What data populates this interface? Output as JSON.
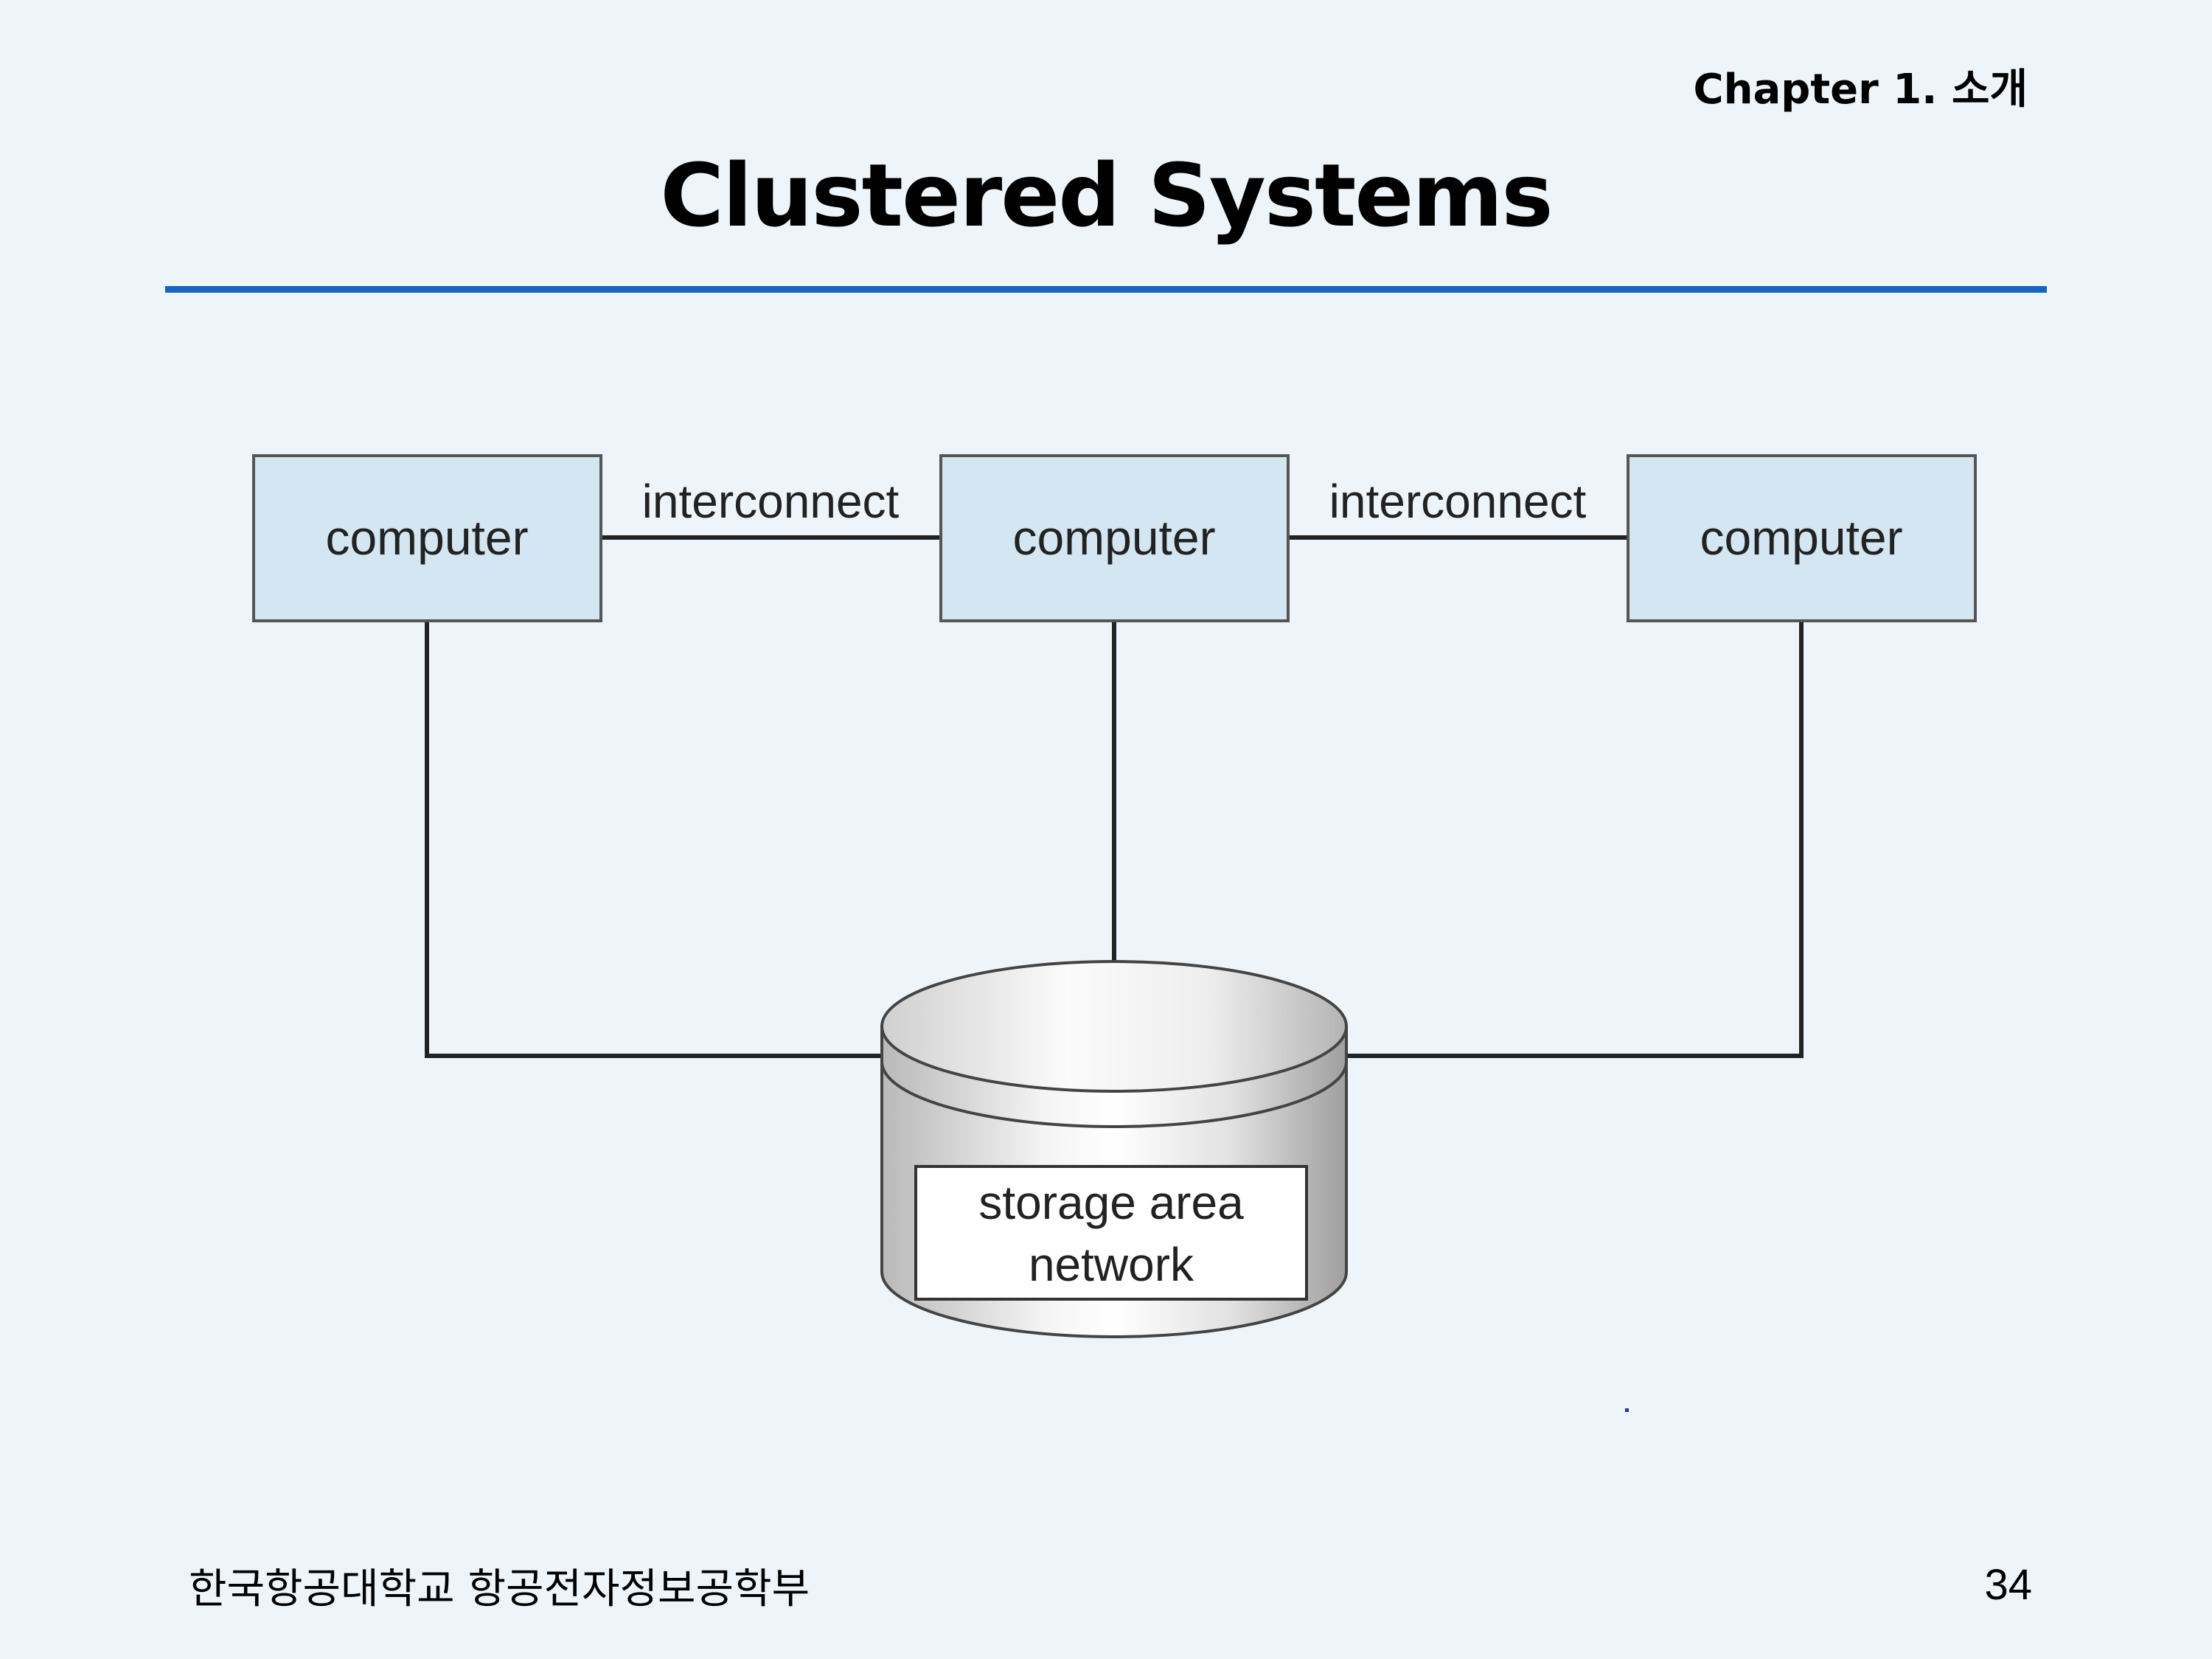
{
  "header": {
    "chapter": "Chapter 1.  소개",
    "title": "Clustered Systems"
  },
  "diagram": {
    "nodes": [
      {
        "id": "computer-1",
        "label": "computer"
      },
      {
        "id": "computer-2",
        "label": "computer"
      },
      {
        "id": "computer-3",
        "label": "computer"
      }
    ],
    "links": [
      {
        "from": "computer-1",
        "to": "computer-2",
        "label": "interconnect"
      },
      {
        "from": "computer-2",
        "to": "computer-3",
        "label": "interconnect"
      }
    ],
    "storage": {
      "line1": "storage area",
      "line2": "network",
      "connected_to": [
        "computer-1",
        "computer-2",
        "computer-3"
      ]
    }
  },
  "footer": {
    "institution": "한국항공대학교 항공전자정보공학부",
    "page_number": "34"
  },
  "colors": {
    "background": "#eef5fa",
    "accent_rule": "#1565c0",
    "node_fill": "#d3e6f1",
    "node_stroke": "#555555"
  }
}
